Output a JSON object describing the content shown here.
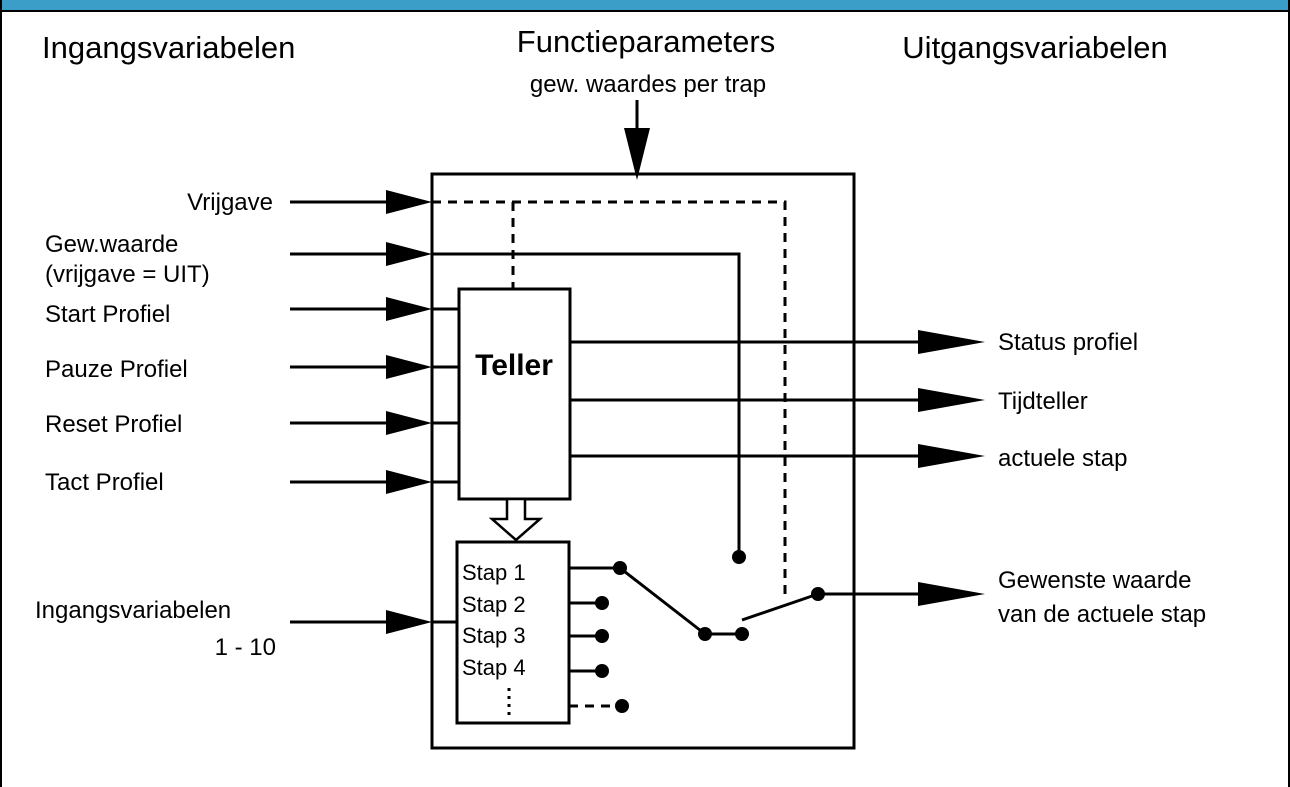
{
  "colors": {
    "top_bar": "#3a9ec8",
    "frame": "#000000",
    "background": "#ffffff"
  },
  "headers": {
    "inputs": "Ingangsvariabelen",
    "params": "Functieparameters",
    "params_sub": "gew. waardes per trap",
    "outputs": "Uitgangsvariabelen"
  },
  "inputs": {
    "enable": "Vrijgave",
    "setpoint_line1": "Gew.waarde",
    "setpoint_line2": "(vrijgave = UIT)",
    "start": "Start Profiel",
    "pause": "Pauze Profiel",
    "reset": "Reset Profiel",
    "tact": "Tact Profiel",
    "steps_in_line1": "Ingangsvariabelen",
    "steps_in_line2": "1 - 10"
  },
  "counter": {
    "label": "Teller"
  },
  "steps": [
    "Stap 1",
    "Stap 2",
    "Stap 3",
    "Stap 4"
  ],
  "outputs": {
    "status": "Status profiel",
    "timer": "Tijdteller",
    "current_step": "actuele stap",
    "setpoint_line1": "Gewenste waarde",
    "setpoint_line2": "van de actuele stap"
  }
}
